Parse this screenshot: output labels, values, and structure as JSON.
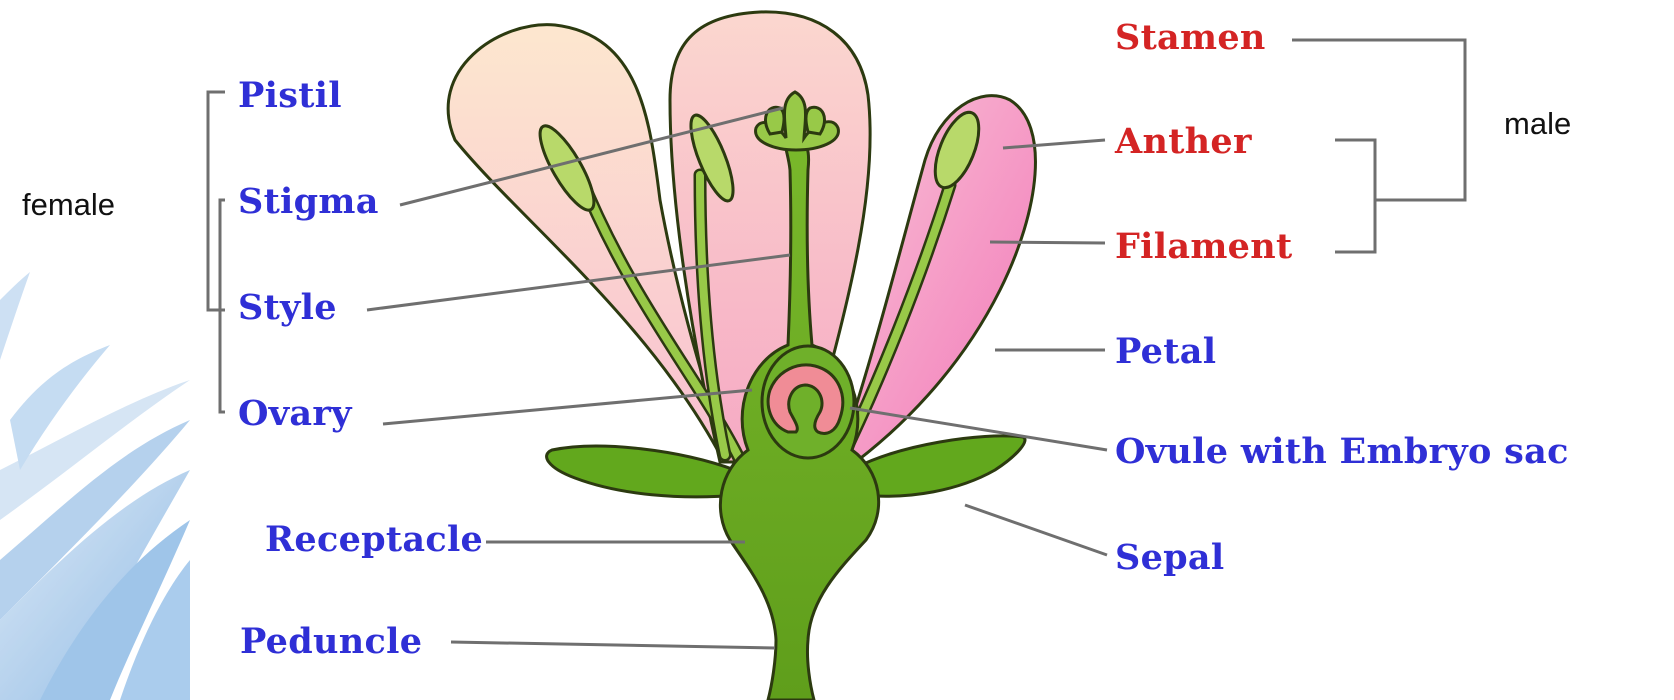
{
  "diagram": {
    "groups": {
      "female": "female",
      "male": "male"
    },
    "labels": {
      "pistil": "Pistil",
      "stigma": "Stigma",
      "style": "Style",
      "ovary": "Ovary",
      "receptacle": "Receptacle",
      "peduncle": "Peduncle",
      "stamen": "Stamen",
      "anther": "Anther",
      "filament": "Filament",
      "petal": "Petal",
      "ovule": "Ovule with Embryo sac",
      "sepal": "Sepal"
    },
    "colors": {
      "female_part_label": "#2f2fd6",
      "male_part_label": "#d42424",
      "leader_line": "#6f6f6f",
      "stem_green": "#6db31f",
      "outline": "#2c3a10",
      "petal_light": "#fde6cf",
      "petal_pink": "#f59bc6",
      "ovule_pink": "#f08c96",
      "anther_green": "#b8d96a"
    }
  }
}
